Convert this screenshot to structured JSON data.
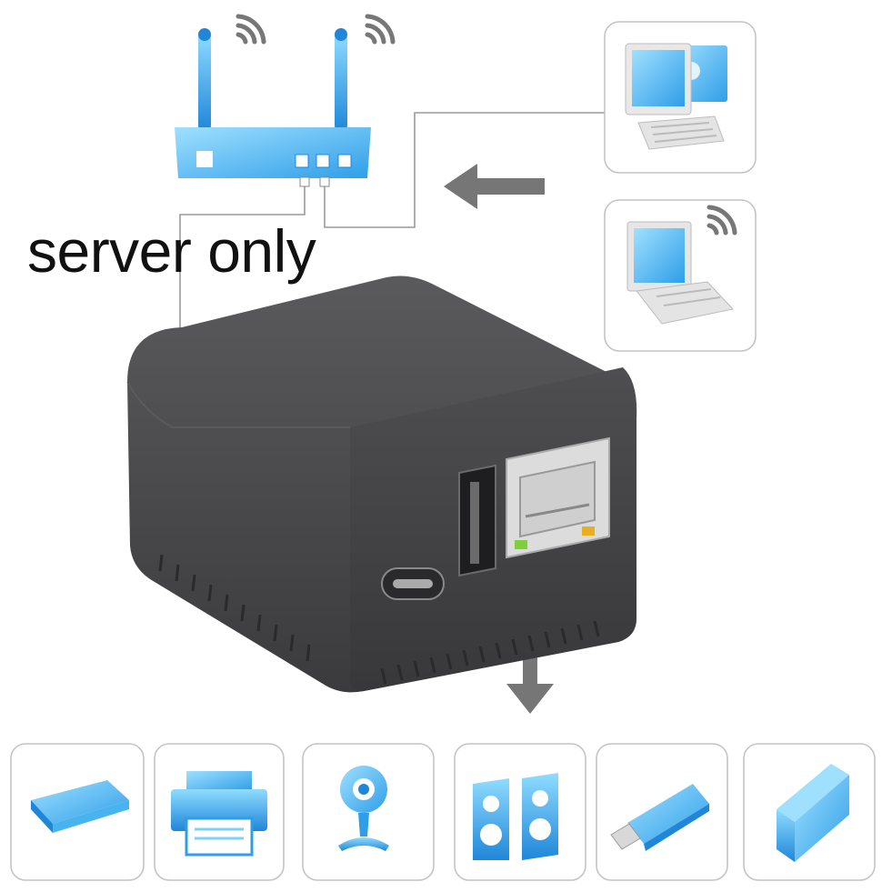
{
  "caption": "server only",
  "colors": {
    "accent_blue": "#2f9ee8",
    "light_blue": "#7fd0fa",
    "device_body": "#4a4a4c",
    "arrow_gray": "#767676",
    "card_border": "#c4c4c4",
    "line_gray": "#9a9a9a"
  },
  "top_devices": [
    {
      "icon": "desktop-computer-icon"
    },
    {
      "icon": "wireless-laptop-icon"
    }
  ],
  "router": {
    "icon": "wifi-router-icon",
    "antennas": 2
  },
  "center_device": {
    "icon": "print-server-device",
    "ports": [
      "usb-c-port",
      "usb-a-port",
      "ethernet-port"
    ]
  },
  "bottom_devices": [
    {
      "icon": "external-hard-drive-icon"
    },
    {
      "icon": "printer-icon"
    },
    {
      "icon": "webcam-icon"
    },
    {
      "icon": "speakers-icon"
    },
    {
      "icon": "usb-flash-drive-icon"
    },
    {
      "icon": "usb-dongle-icon"
    }
  ]
}
